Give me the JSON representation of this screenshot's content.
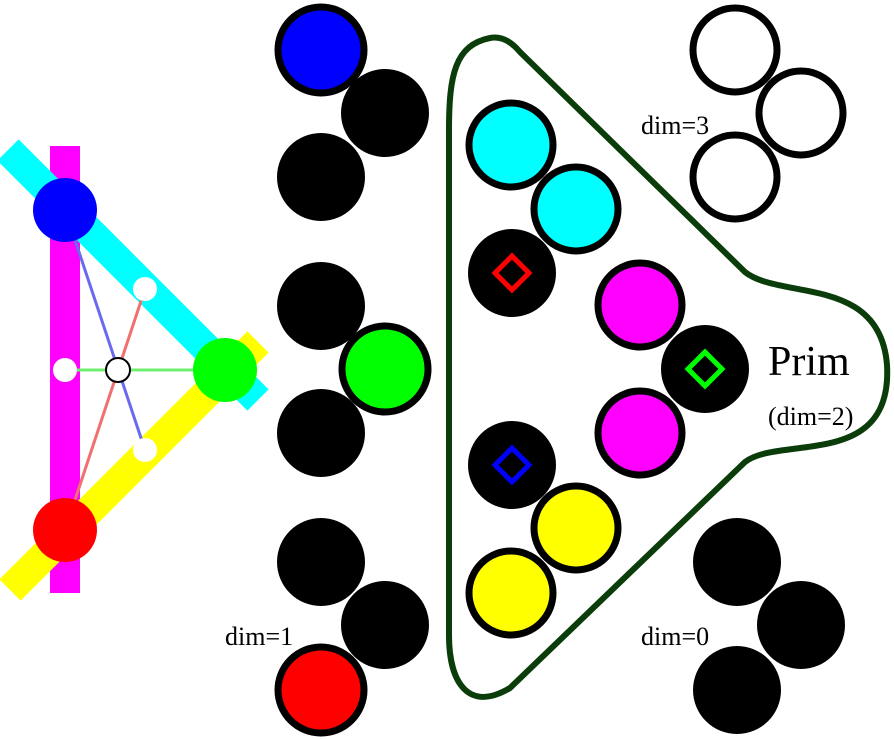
{
  "labels": {
    "dim3": "dim=3",
    "dim1": "dim=1",
    "dim0": "dim=0",
    "prim": "Prim",
    "prim_dim": "(dim=2)"
  },
  "colors": {
    "magenta": "#ff00ff",
    "cyan": "#00ffff",
    "yellow": "#ffff00",
    "blue": "#0000ff",
    "green": "#00ff00",
    "red": "#ff0000",
    "black": "#000000",
    "white": "#ffffff",
    "outline_green": "#0a3d0a",
    "line_blue": "#6a6aee",
    "line_red": "#f07070",
    "line_green": "#70ee70"
  }
}
